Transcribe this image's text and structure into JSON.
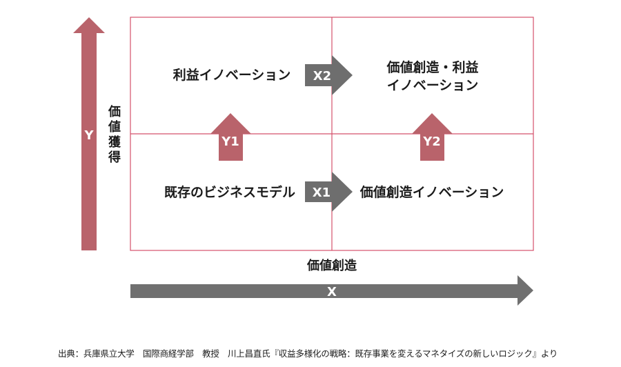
{
  "colors": {
    "border": "#d4506a",
    "y_arrow": "#b9636b",
    "x_arrow": "#707070",
    "mid_arrow_gray": "#6e6e6e",
    "mid_arrow_red": "#b9636b"
  },
  "quadrants": {
    "top_left": "利益イノベーション",
    "top_right_line1": "価値創造・利益",
    "top_right_line2": "イノベーション",
    "bottom_left": "既存のビジネスモデル",
    "bottom_right": "価値創造イノベーション"
  },
  "arrows": {
    "x1": "X1",
    "x2": "X2",
    "y1": "Y1",
    "y2": "Y2"
  },
  "axes": {
    "y_letter": "Y",
    "y_label_chars": [
      "価",
      "値",
      "獲",
      "得"
    ],
    "x_label": "価値創造",
    "x_letter": "X"
  },
  "source": "出典：兵庫県立大学　国際商経学部　教授　川上昌直氏『収益多様化の戦略：既存事業を変えるマネタイズの新しいロジック』より"
}
